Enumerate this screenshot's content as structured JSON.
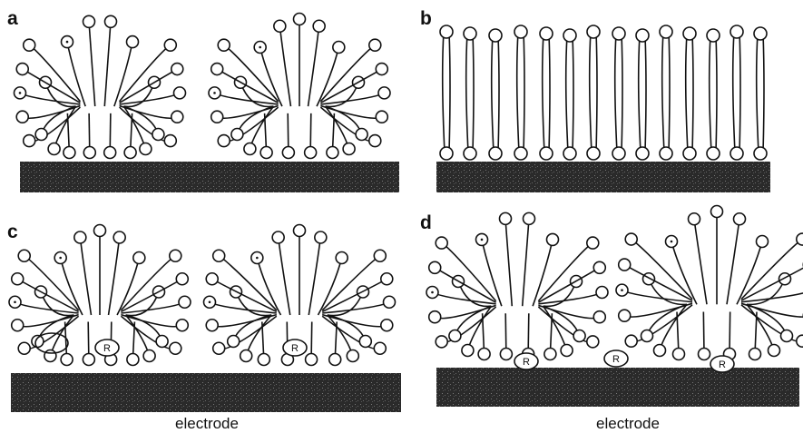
{
  "figure": {
    "panels": [
      {
        "id": "a",
        "label": "a",
        "caption": ""
      },
      {
        "id": "b",
        "label": "b",
        "caption": ""
      },
      {
        "id": "c",
        "label": "c",
        "caption": "electrode"
      },
      {
        "id": "d",
        "label": "d",
        "caption": "electrode"
      }
    ],
    "reporter_label": "R"
  }
}
